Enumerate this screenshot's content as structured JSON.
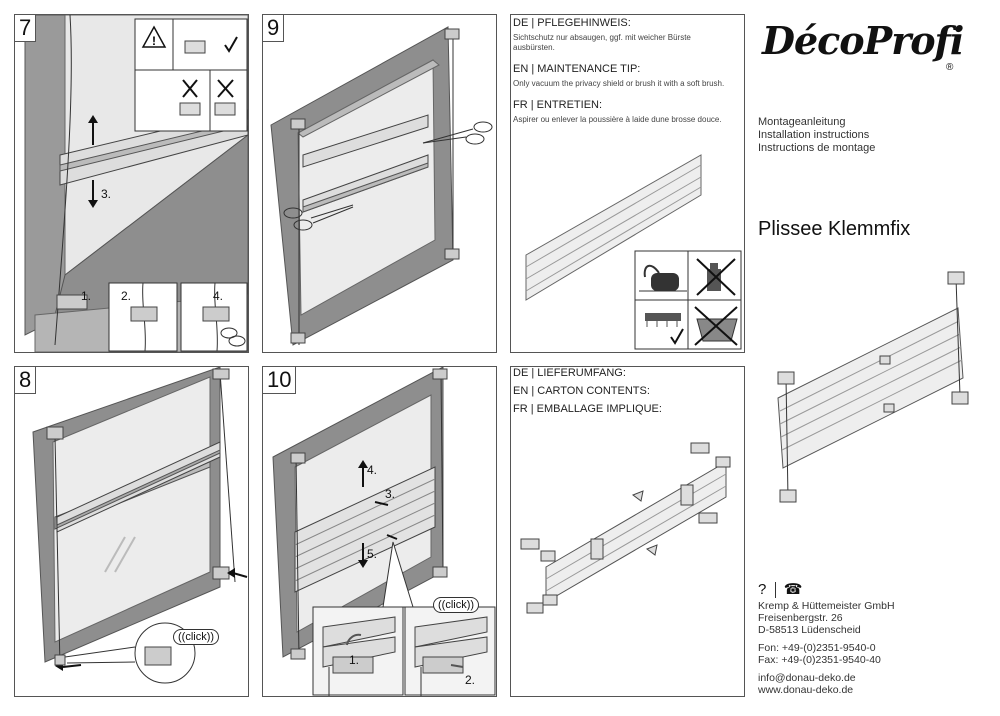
{
  "steps": [
    {
      "number": "7",
      "labels": [
        "3.",
        "1.",
        "2.",
        "4."
      ]
    },
    {
      "number": "9",
      "labels": []
    },
    {
      "number": "8",
      "labels": [
        "((click))"
      ]
    },
    {
      "number": "10",
      "labels": [
        "4.",
        "3.",
        "5.",
        "((click))",
        "1.",
        "2."
      ]
    }
  ],
  "maintenance": {
    "de_heading": "DE | PFLEGEHINWEIS:",
    "de_text": "Sichtschutz nur absaugen, ggf. mit weicher Bürste ausbürsten.",
    "en_heading": "EN | MAINTENANCE TIP:",
    "en_text": "Only vacuum the privacy shield or brush it with a soft brush.",
    "fr_heading": "FR | ENTRETIEN:",
    "fr_text": "Aspirer ou enlever la poussière à laide dune brosse douce."
  },
  "contents": {
    "de_heading": "DE | LIEFERUMFANG:",
    "en_heading": "EN | CARTON CONTENTS:",
    "fr_heading": "FR | EMBALLAGE IMPLIQUE:"
  },
  "brand": {
    "logo": "DécoProfi",
    "registered": "®"
  },
  "subtitles": [
    "Montageanleitung",
    "Installation instructions",
    "Instructions de montage"
  ],
  "product_title": "Plissee Klemmfix",
  "contact": {
    "icons": [
      "?",
      "☎"
    ],
    "company": "Kremp & Hüttemeister GmbH",
    "street": "Freisenbergstr. 26",
    "city": "D-58513 Lüdenscheid",
    "phone": "Fon: +49-(0)2351-9540-0",
    "fax": "Fax: +49-(0)2351-9540-40",
    "email": "info@donau-deko.de",
    "web": "www.donau-deko.de"
  }
}
